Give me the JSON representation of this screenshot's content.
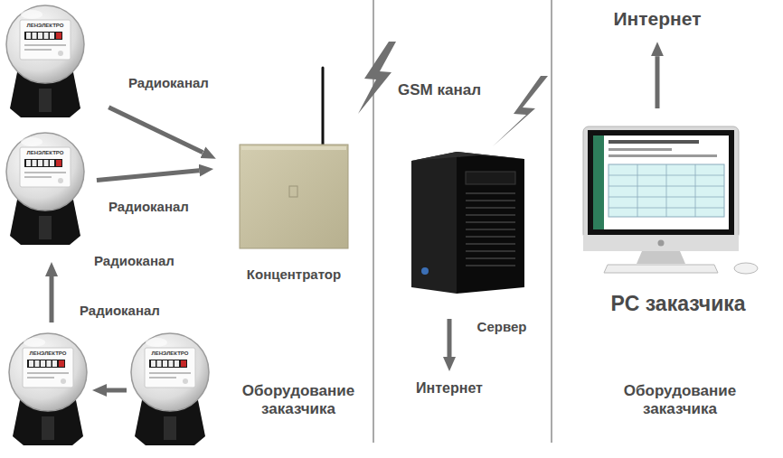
{
  "diagram": {
    "nodes": [
      {
        "text": [
          "ЛЕНЭЛЕКТРО"
        ]
      },
      {
        "text": [
          "ЛЕНЭЛЕКТРО"
        ]
      },
      {
        "text": [
          "ЛЕНЭЛЕКТРО"
        ]
      },
      {
        "text": [
          "ЛЕНЭЛЕКТРО"
        ]
      },
      {
        "text": [
          "Концентратор"
        ]
      },
      {
        "text": [
          "Сервер"
        ]
      },
      {
        "text": [
          "Интернет"
        ]
      },
      {
        "text": [
          "PC заказчика"
        ]
      },
      {
        "text": [
          "Интернет"
        ]
      }
    ],
    "edges": [
      {
        "from": 0,
        "to": 4,
        "arrow": "to",
        "label": "Радиоканал"
      },
      {
        "from": 1,
        "to": 4,
        "arrow": "to",
        "label": "Радиоканал"
      },
      {
        "from": 2,
        "to": 1,
        "arrow": "to",
        "label": "Радиоканал"
      },
      {
        "from": 3,
        "to": 2,
        "arrow": "to"
      },
      {
        "from": 5,
        "to": 6,
        "arrow": "to"
      },
      {
        "from": 7,
        "to": 8,
        "arrow": "to"
      }
    ],
    "labels": [
      "Радиоканал",
      "GSM канал",
      "Оборудование заказчика",
      "Оборудование заказчика"
    ]
  }
}
